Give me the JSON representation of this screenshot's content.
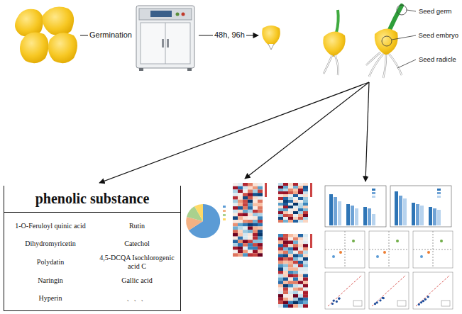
{
  "diagram": {
    "nodes": [
      {
        "text": [
          "phenolic substance"
        ]
      },
      {
        "text": [
          "1-O-Feruloyl quinic acid",
          "Rutin",
          "Dihydromyricetin",
          "Catechol",
          "Polydatin",
          "4,5-DCQA Isochlorogenic acid C",
          "Naringin",
          "Gallic acid",
          "Hyperin",
          "、、、"
        ]
      }
    ],
    "labels": [
      "Germination",
      "48h, 96h",
      "Seed germ",
      "Seed embryo",
      "Seed radicle"
    ]
  }
}
